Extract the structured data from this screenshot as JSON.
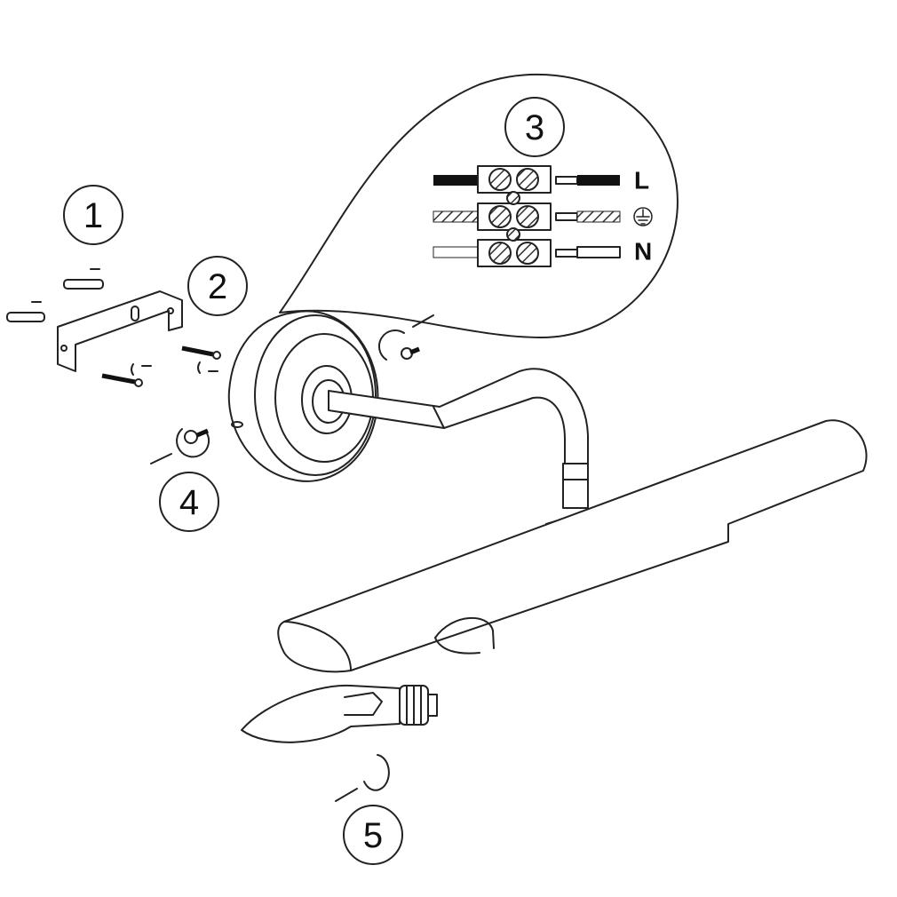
{
  "steps": [
    {
      "number": "1"
    },
    {
      "number": "2"
    },
    {
      "number": "3"
    },
    {
      "number": "4"
    },
    {
      "number": "5"
    }
  ],
  "wiring": {
    "live_label": "L",
    "neutral_label": "N",
    "earth_icon": "ground-icon"
  }
}
